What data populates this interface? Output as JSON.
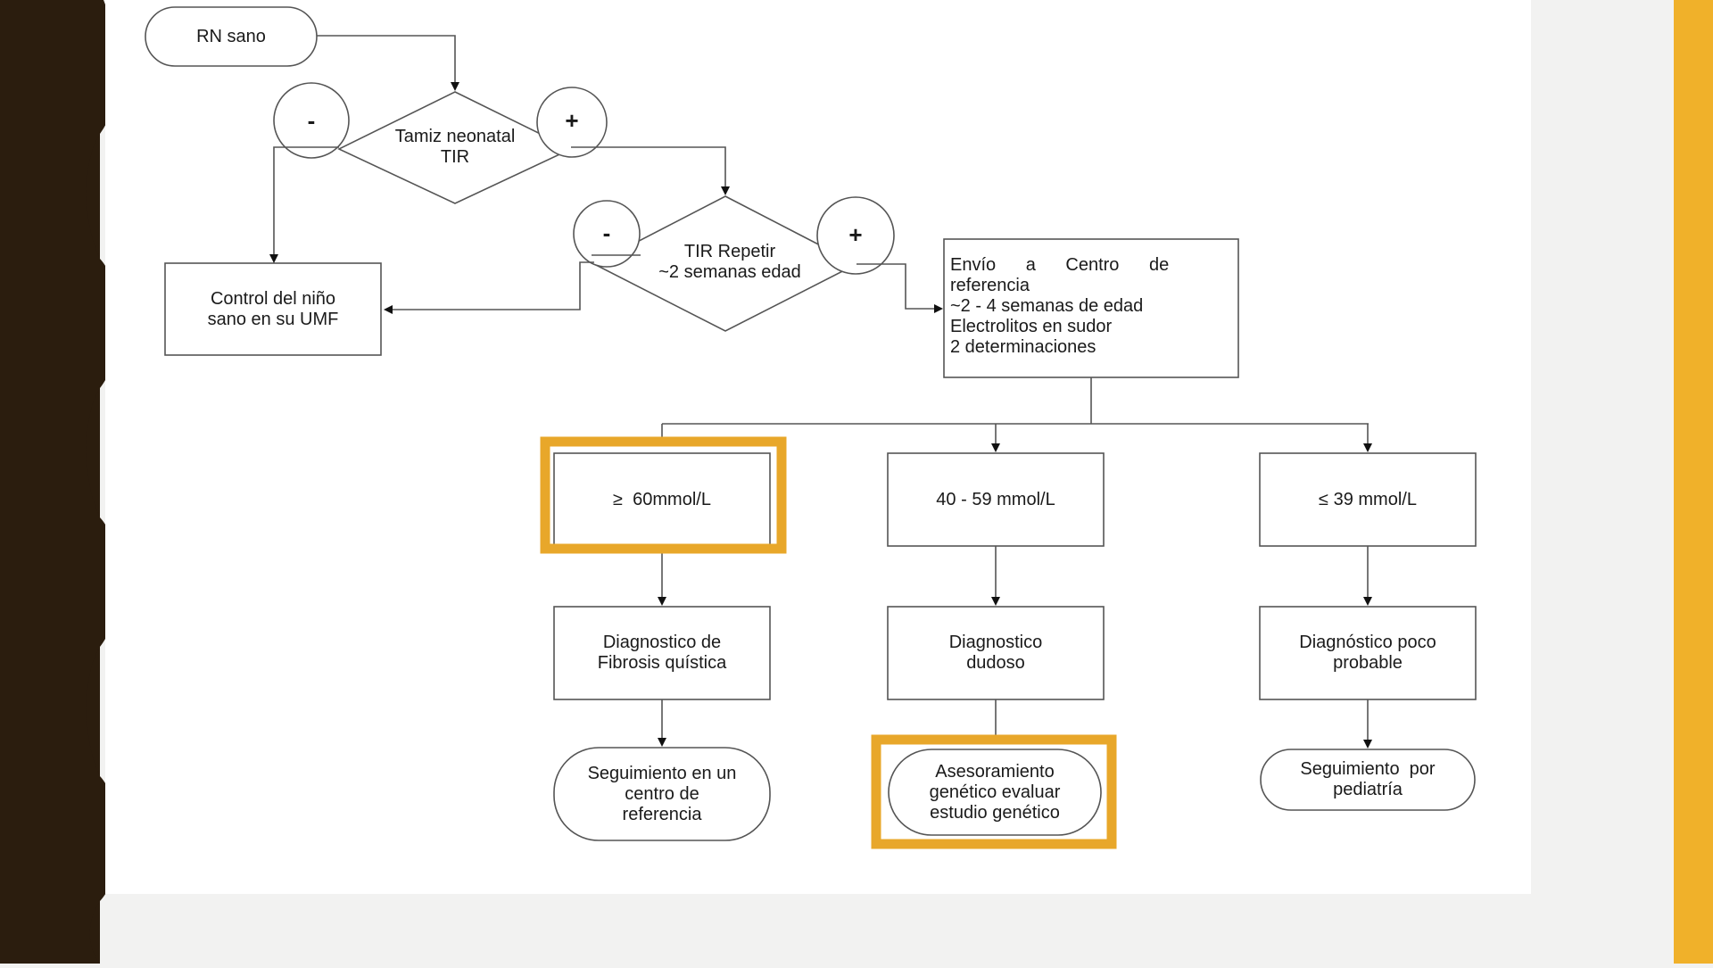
{
  "colors": {
    "left_bar": "#2b1d0e",
    "right_bar": "#f0b12a",
    "highlight": "#e8a72a",
    "slide_bg": "#ffffff",
    "page_bg": "#f2f2f1",
    "stroke": "#555555"
  },
  "flowchart": {
    "start": "RN sano",
    "decision1": {
      "line1": "Tamiz neonatal",
      "line2": "TIR"
    },
    "decision2": {
      "line1": "TIR Repetir",
      "line2": "~2 semanas edad"
    },
    "negative_label": "-",
    "positive_label": "+",
    "control_box": {
      "line1": "Control del niño",
      "line2": "sano en su UMF"
    },
    "referral_box": {
      "line1": "Envío a Centro de",
      "line2": "referencia",
      "line3": "~2 - 4 semanas de edad",
      "line4": "Electrolitos en sudor",
      "line5": "2 determinaciones"
    },
    "results": [
      {
        "value": "≥  60mmol/L",
        "highlighted": true
      },
      {
        "value": "40 - 59 mmol/L",
        "highlighted": false
      },
      {
        "value": "≤ 39 mmol/L",
        "highlighted": false
      }
    ],
    "diagnoses": [
      {
        "line1": "Diagnostico de",
        "line2": "Fibrosis quística"
      },
      {
        "line1": "Diagnostico",
        "line2": "dudoso"
      },
      {
        "line1": "Diagnóstico poco",
        "line2": "probable"
      }
    ],
    "outcomes": [
      {
        "line1": "Seguimiento en un",
        "line2": "centro de",
        "line3": "referencia",
        "highlighted": false
      },
      {
        "line1": "Asesoramiento",
        "line2": "genético evaluar",
        "line3": "estudio genético",
        "highlighted": true
      },
      {
        "line1": "Seguimiento  por",
        "line2": "pediatría",
        "highlighted": false
      }
    ]
  }
}
